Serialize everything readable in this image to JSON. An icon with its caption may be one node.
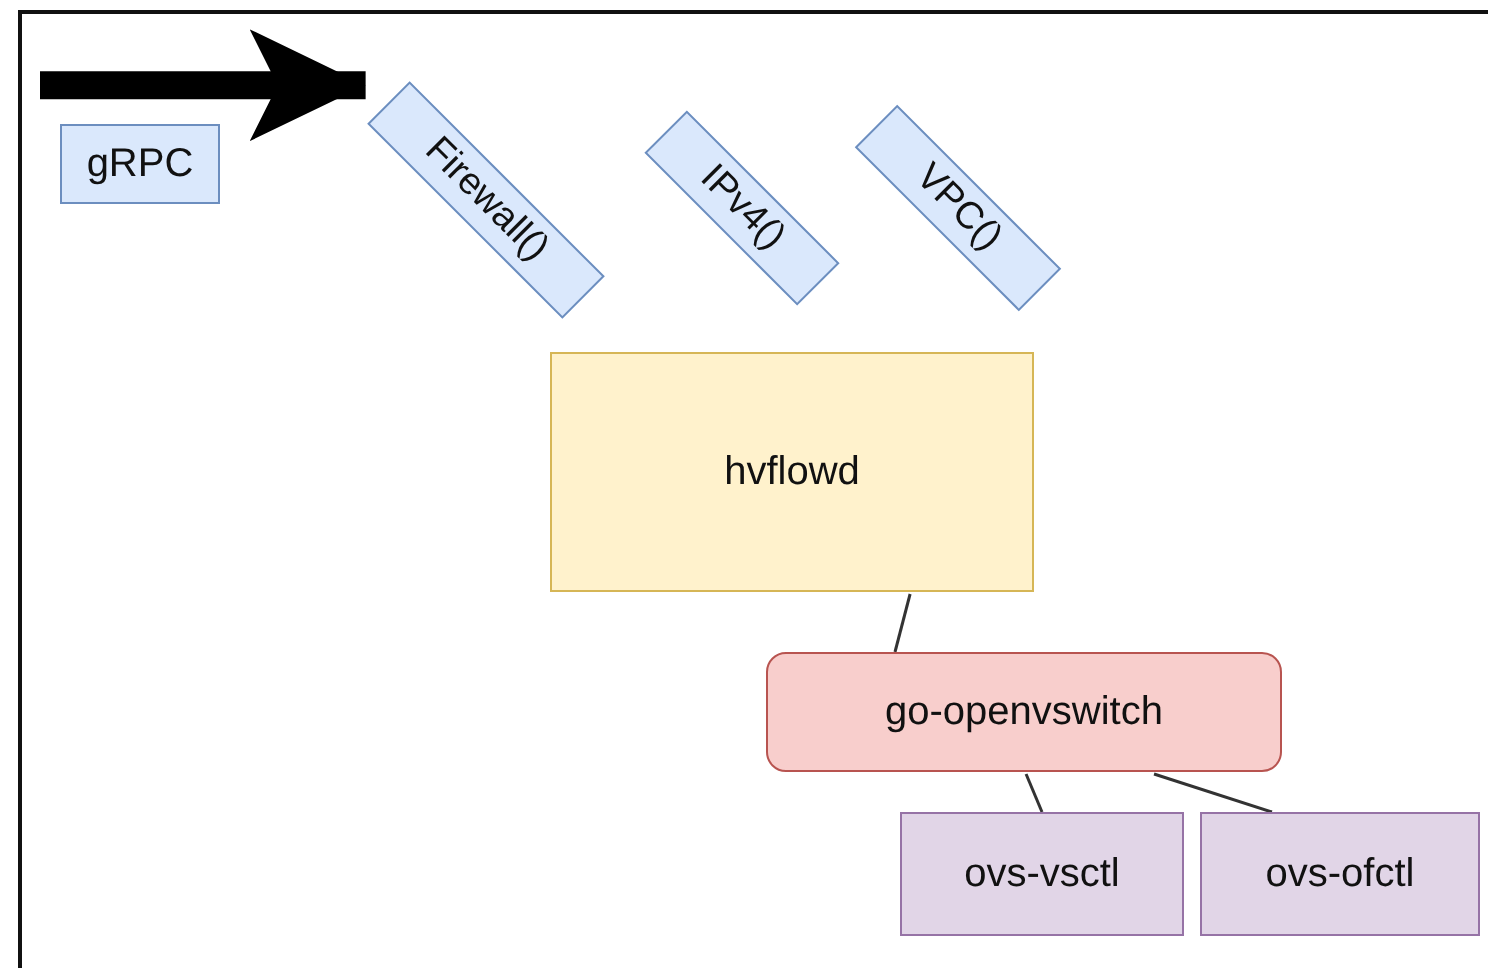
{
  "diagram": {
    "nodes": [
      {
        "text": [
          "gRPC"
        ]
      },
      {
        "text": [
          "Firewall()"
        ]
      },
      {
        "text": [
          "IPv4()"
        ]
      },
      {
        "text": [
          "VPC()"
        ]
      },
      {
        "text": [
          "hvflowd"
        ]
      },
      {
        "text": [
          "go-openvswitch"
        ]
      },
      {
        "text": [
          "ovs-vsctl"
        ]
      },
      {
        "text": [
          "ovs-ofctl"
        ]
      }
    ],
    "edges": [
      {
        "from": null,
        "to": 1,
        "arrow": "to",
        "style": "thick"
      },
      {
        "from": 4,
        "to": 5,
        "arrow": "none"
      },
      {
        "from": 5,
        "to": 6,
        "arrow": "none"
      },
      {
        "from": 5,
        "to": 7,
        "arrow": "none"
      }
    ]
  }
}
